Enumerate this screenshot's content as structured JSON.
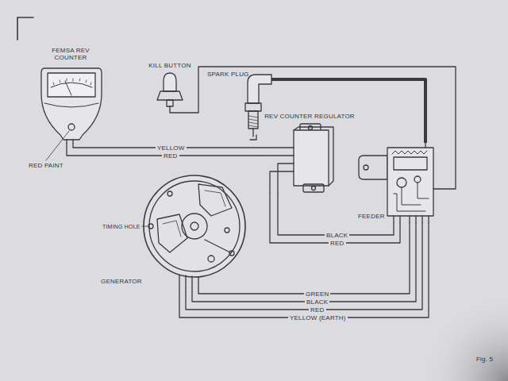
{
  "diagram": {
    "nodes": [
      {
        "text": [
          "FEMSA REV COUNTER"
        ]
      },
      {
        "text": [
          "KILL BUTTON"
        ]
      },
      {
        "text": [
          "SPARK PLUG"
        ]
      },
      {
        "text": [
          "REV COUNTER REGULATOR"
        ]
      },
      {
        "text": [
          "FEEDER"
        ]
      },
      {
        "text": [
          "GENERATOR"
        ]
      }
    ],
    "edges": [
      {
        "from": 0,
        "to": 3,
        "arrow": "none",
        "label": "YELLOW"
      },
      {
        "from": 0,
        "to": 3,
        "arrow": "none",
        "label": "RED"
      },
      {
        "from": 1,
        "to": 4,
        "arrow": "none"
      },
      {
        "from": 2,
        "to": 4,
        "arrow": "none"
      },
      {
        "from": 3,
        "to": 4,
        "arrow": "none",
        "label": "BLACK"
      },
      {
        "from": 3,
        "to": 4,
        "arrow": "none",
        "label": "RED"
      },
      {
        "from": 5,
        "to": 4,
        "arrow": "none",
        "label": "GREEN"
      },
      {
        "from": 5,
        "to": 4,
        "arrow": "none",
        "label": "BLACK"
      },
      {
        "from": 5,
        "to": 4,
        "arrow": "none",
        "label": "RED"
      },
      {
        "from": 5,
        "to": 4,
        "arrow": "none",
        "label": "YELLOW (EARTH)"
      }
    ],
    "labels": [
      "RED PAINT",
      "TIMING HOLE",
      "Fig. 5"
    ]
  }
}
